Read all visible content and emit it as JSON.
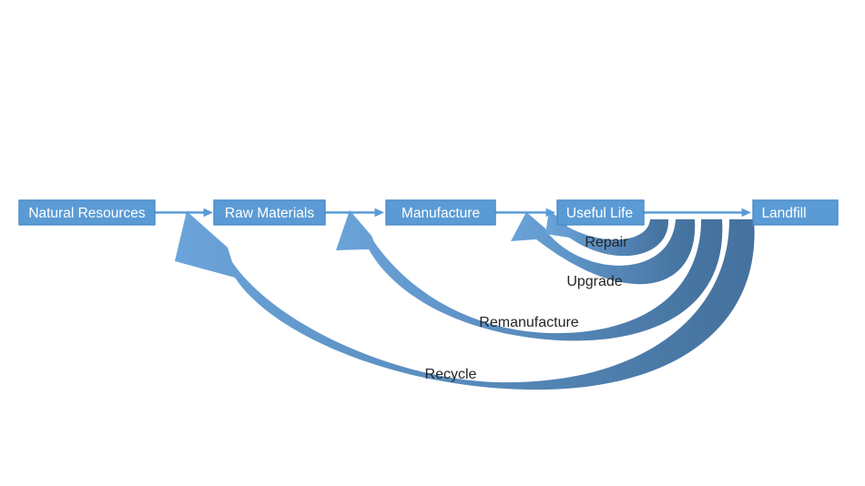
{
  "colors": {
    "background": "#ffffff",
    "node_fill": "#5b9bd5",
    "node_border": "#4a8ac9",
    "node_text": "#ffffff",
    "connector": "#5b9bd5",
    "loop_gradient_light": "#6ba4da",
    "loop_gradient_dark": "#44719d",
    "loop_label_text": "#262626"
  },
  "diagram": {
    "nodes": [
      {
        "label": "Natural Resources"
      },
      {
        "label": "Raw Materials"
      },
      {
        "label": "Manufacture"
      },
      {
        "label": "Useful Life"
      },
      {
        "label": "Landfill"
      }
    ],
    "return_loops": [
      {
        "label": "Repair",
        "from": "Useful Life",
        "to": "Useful Life"
      },
      {
        "label": "Upgrade",
        "from": "Useful Life",
        "to": "Useful Life"
      },
      {
        "label": "Remanufacture",
        "from": "Useful Life",
        "to": "Manufacture"
      },
      {
        "label": "Recycle",
        "from": "Useful Life",
        "to": "Raw Materials"
      }
    ]
  }
}
